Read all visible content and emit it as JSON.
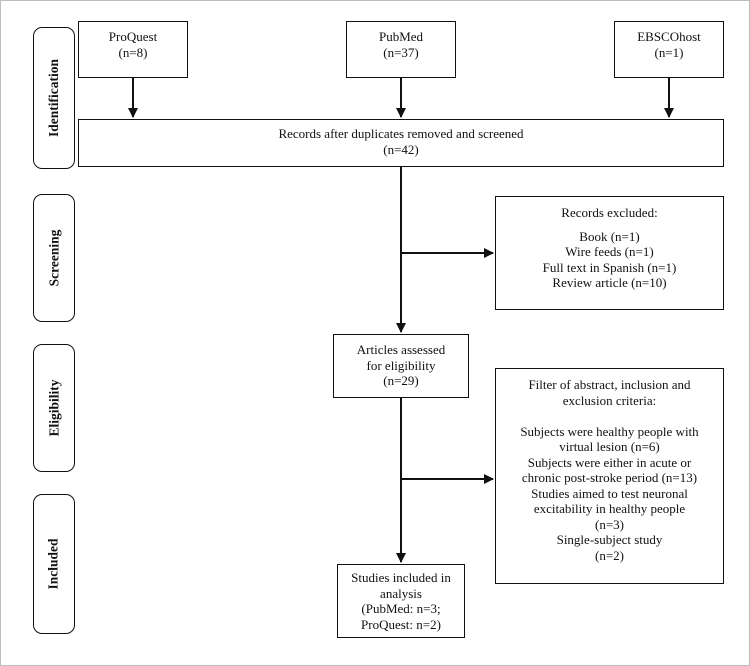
{
  "stages": {
    "identification": "Identification",
    "screening": "Screening",
    "eligibility": "Eligibility",
    "included": "Included"
  },
  "sources": {
    "proquest": {
      "name": "ProQuest",
      "count": "(n=8)"
    },
    "pubmed": {
      "name": "PubMed",
      "count": "(n=37)"
    },
    "ebscohost": {
      "name": "EBSCOhost",
      "count": "(n=1)"
    }
  },
  "records_screened": {
    "line1": "Records after duplicates removed and screened",
    "line2": "(n=42)"
  },
  "records_excluded": {
    "title": "Records excluded:",
    "items": [
      "Book (n=1)",
      "Wire feeds (n=1)",
      "Full text in Spanish (n=1)",
      "Review article (n=10)"
    ]
  },
  "assessed": {
    "lines": [
      "Articles assessed",
      "for eligibility",
      "(n=29)"
    ]
  },
  "filter": {
    "lines": [
      "Filter of abstract, inclusion and",
      "exclusion criteria:",
      "",
      "Subjects were healthy people with",
      "virtual lesion (n=6)",
      "Subjects were either in acute or",
      "chronic post-stroke period (n=13)",
      "Studies aimed to test neuronal",
      "excitability in healthy people",
      "(n=3)",
      "Single-subject study",
      "(n=2)"
    ]
  },
  "included_box": {
    "lines": [
      "Studies included in",
      "analysis",
      "(PubMed: n=3;",
      "ProQuest: n=2)"
    ]
  }
}
